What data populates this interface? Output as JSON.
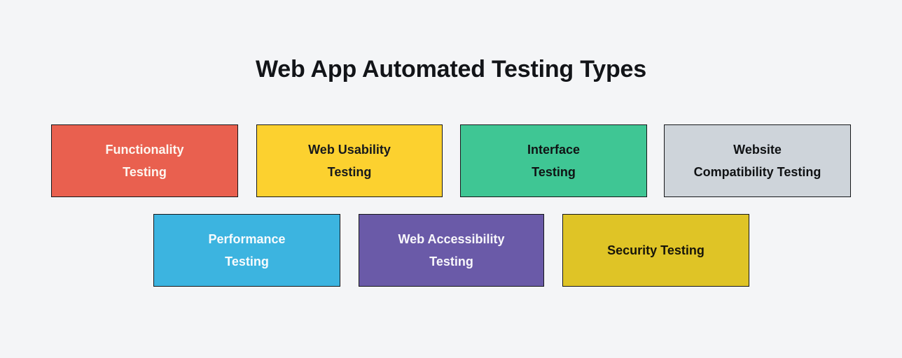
{
  "page": {
    "title": "Web App Automated Testing Types",
    "background_color": "#f4f5f7"
  },
  "rows": [
    {
      "row_index": 1,
      "cards": [
        {
          "label": "Functionality Testing",
          "line1": "Functionality",
          "line2": "Testing",
          "background_color": "#e9604f",
          "text_color": "#fdf6f0"
        },
        {
          "label": "Web Usability Testing",
          "line1": "Web Usability",
          "line2": "Testing",
          "background_color": "#fcd12f",
          "text_color": "#17191c"
        },
        {
          "label": "Interface Testing",
          "line1": "Interface",
          "line2": "Testing",
          "background_color": "#3fc694",
          "text_color": "#101314"
        },
        {
          "label": "Website Compatibility Testing",
          "line1": "Website",
          "line2": "Compatibility Testing",
          "background_color": "#ced4da",
          "text_color": "#101214"
        }
      ]
    },
    {
      "row_index": 2,
      "cards": [
        {
          "label": "Performance Testing",
          "line1": "Performance",
          "line2": "Testing",
          "background_color": "#3cb4e0",
          "text_color": "#f7fbfd"
        },
        {
          "label": "Web Accessibility Testing",
          "line1": "Web Accessibility",
          "line2": "Testing",
          "background_color": "#6a5aa8",
          "text_color": "#f8f7fb"
        },
        {
          "label": "Security Testing",
          "line1": "Security Testing",
          "line2": "",
          "background_color": "#dfc426",
          "text_color": "#17150a"
        }
      ]
    }
  ]
}
